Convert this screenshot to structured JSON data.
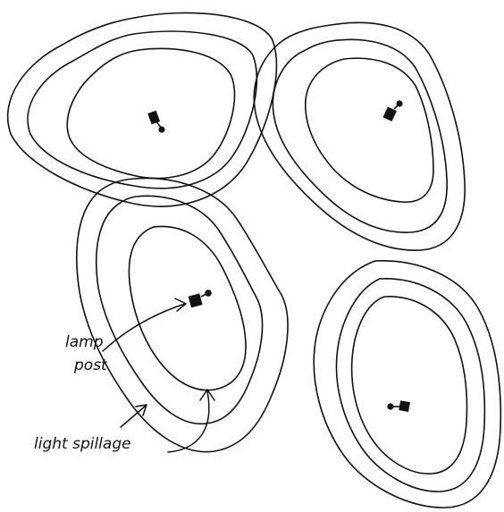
{
  "diagram": {
    "labels": {
      "lamp_post_line1": "lamp",
      "lamp_post_line2": "post",
      "light_spillage": "light spillage"
    },
    "lamp_count": 4,
    "contour_rings_per_lamp": 3,
    "colors": {
      "ink": "#111111",
      "paper": "#ffffff"
    },
    "icons": [
      "lamp-post-icon",
      "arrow-icon"
    ]
  }
}
